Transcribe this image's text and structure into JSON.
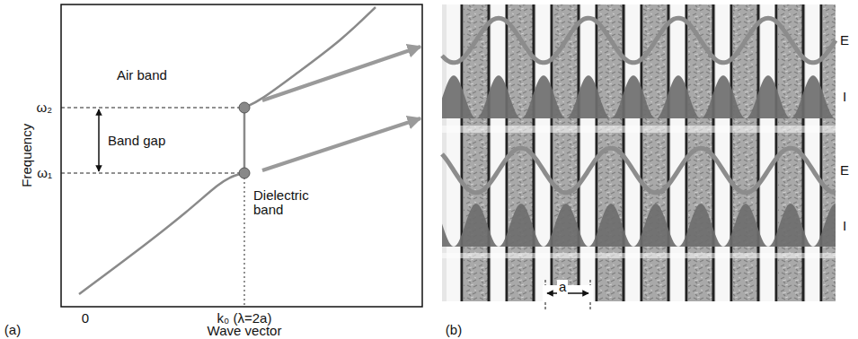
{
  "diagram": {
    "labels": [
      "ω₂",
      "Air band",
      "Band gap",
      "ω₁",
      "Dielectric band",
      "Frequency",
      "0",
      "k₀ (λ=2a)",
      "Wave vector",
      "(a)",
      "E",
      "I",
      "E",
      "I",
      "a",
      "(b)"
    ]
  }
}
